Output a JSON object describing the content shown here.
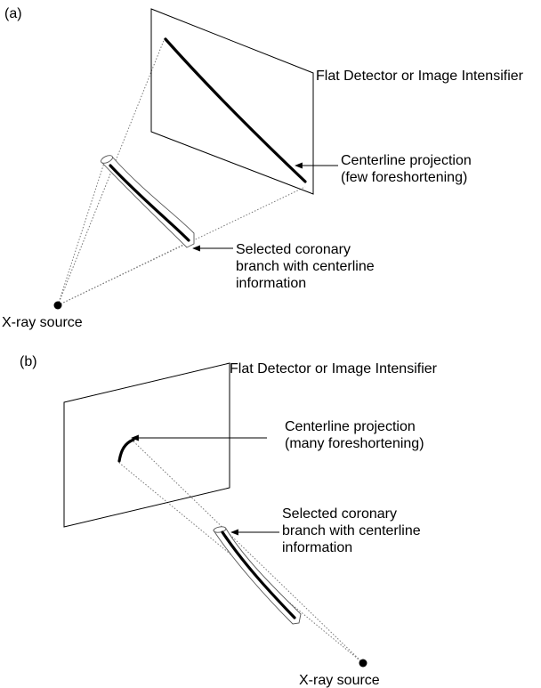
{
  "panel_a": {
    "label": "(a)",
    "detector_label": "Flat Detector or Image Intensifier",
    "projection_label": [
      "Centerline projection",
      "(few foreshortening)"
    ],
    "branch_label": [
      "Selected coronary",
      "branch with centerline",
      "information"
    ],
    "source_label": "X-ray source"
  },
  "panel_b": {
    "label": "(b)",
    "detector_label": "Flat Detector or Image Intensifier",
    "projection_label": [
      "Centerline projection",
      "(many foreshortening)"
    ],
    "branch_label": [
      "Selected coronary",
      "branch with centerline",
      "information"
    ],
    "source_label": "X-ray source"
  }
}
